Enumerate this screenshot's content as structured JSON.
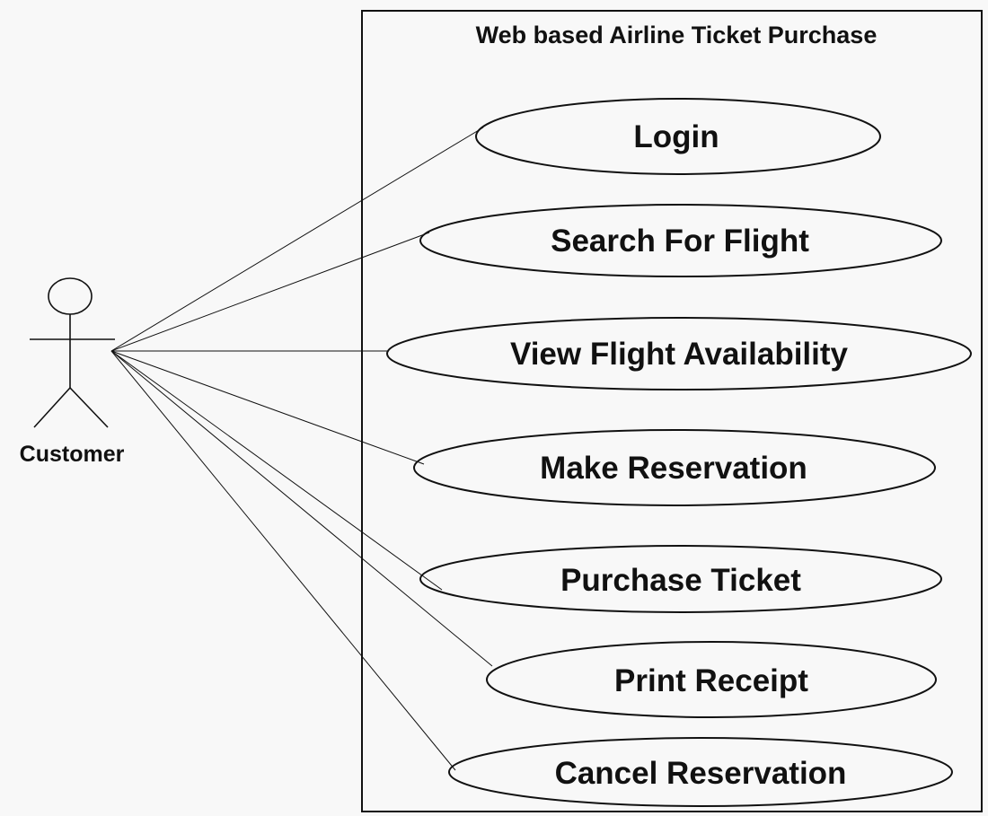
{
  "diagram": {
    "type": "use-case",
    "system": {
      "title": "Web based Airline Ticket  Purchase"
    },
    "actor": {
      "name": "Customer"
    },
    "use_cases": [
      {
        "label": "Login"
      },
      {
        "label": "Search For Flight"
      },
      {
        "label": "View Flight Availability"
      },
      {
        "label": "Make Reservation"
      },
      {
        "label": "Purchase Ticket"
      },
      {
        "label": "Print Receipt"
      },
      {
        "label": "Cancel Reservation"
      }
    ],
    "colors": {
      "line": "#111111",
      "background": "#f8f8f8"
    }
  }
}
